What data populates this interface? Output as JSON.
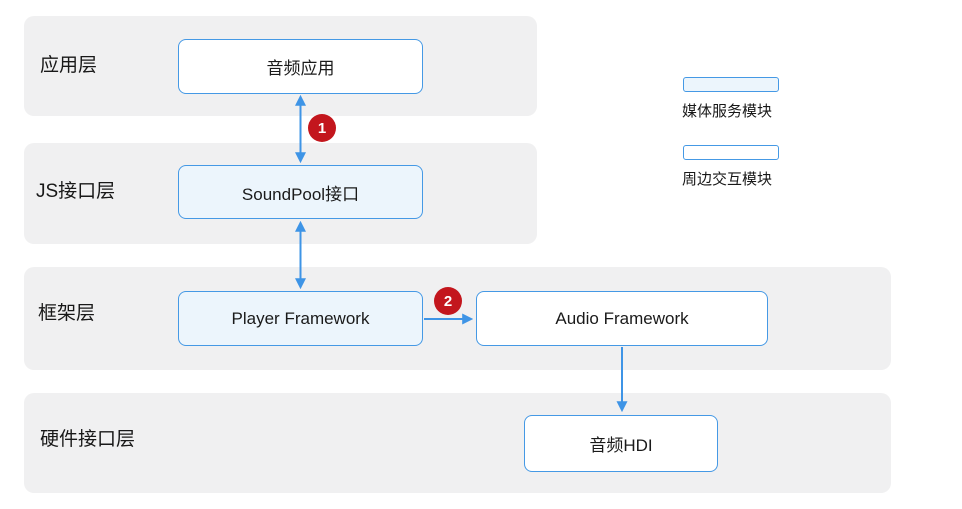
{
  "layers": [
    {
      "label": "应用层"
    },
    {
      "label": "JS接口层"
    },
    {
      "label": "框架层"
    },
    {
      "label": "硬件接口层"
    }
  ],
  "nodes": {
    "audio_app": {
      "label": "音频应用",
      "category": "peripheral"
    },
    "soundpool_api": {
      "label": "SoundPool接口",
      "category": "media"
    },
    "player_framework": {
      "label": "Player Framework",
      "category": "media"
    },
    "audio_framework": {
      "label": "Audio Framework",
      "category": "peripheral"
    },
    "audio_hdi": {
      "label": "音频HDI",
      "category": "peripheral"
    }
  },
  "badges": {
    "step1": "1",
    "step2": "2"
  },
  "legend": [
    {
      "label": "媒体服务模块",
      "swatch": "media"
    },
    {
      "label": "周边交互模块",
      "swatch": "peripheral"
    }
  ],
  "colors": {
    "band_background": "#f0f0f1",
    "box_border": "#4599e5",
    "media_fill": "#ecf5fc",
    "peripheral_fill": "#ffffff",
    "arrow": "#3e94e6",
    "badge_background": "#c3161d",
    "text": "#1a1a1a"
  }
}
